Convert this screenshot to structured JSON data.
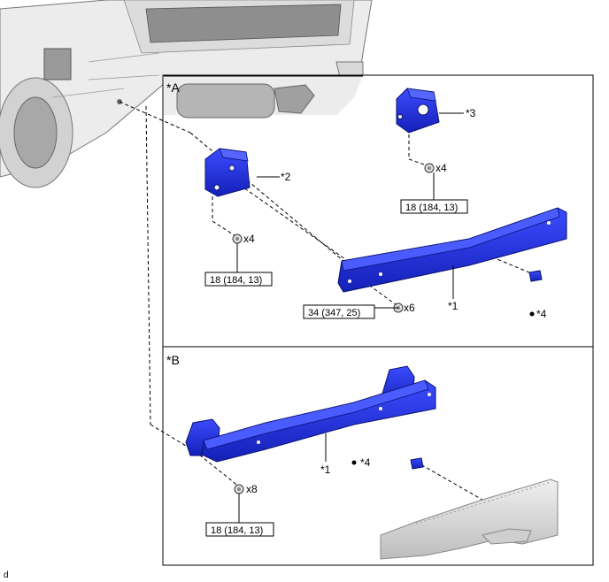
{
  "panel_a": {
    "label": "*A",
    "callouts": {
      "item1": "*1",
      "item2": "*2",
      "item3": "*3",
      "item4": "*4"
    },
    "bolt_counts": {
      "item2": "x4",
      "item3": "x4",
      "item1": "x6"
    },
    "torques": {
      "item2": "18 (184, 13)",
      "item3": "18 (184, 13)",
      "item1": "34 (347, 25)"
    }
  },
  "panel_b": {
    "label": "*B",
    "callouts": {
      "item1": "*1",
      "item4": "*4"
    },
    "bolt_count": "x8",
    "torque": "18 (184, 13)"
  },
  "corner_mark": "d",
  "colors": {
    "part_blue": "#1d2fd8",
    "part_blue_dark": "#0f1a8a",
    "line": "#000000",
    "vehicle_gray": "#c8c8c8"
  }
}
